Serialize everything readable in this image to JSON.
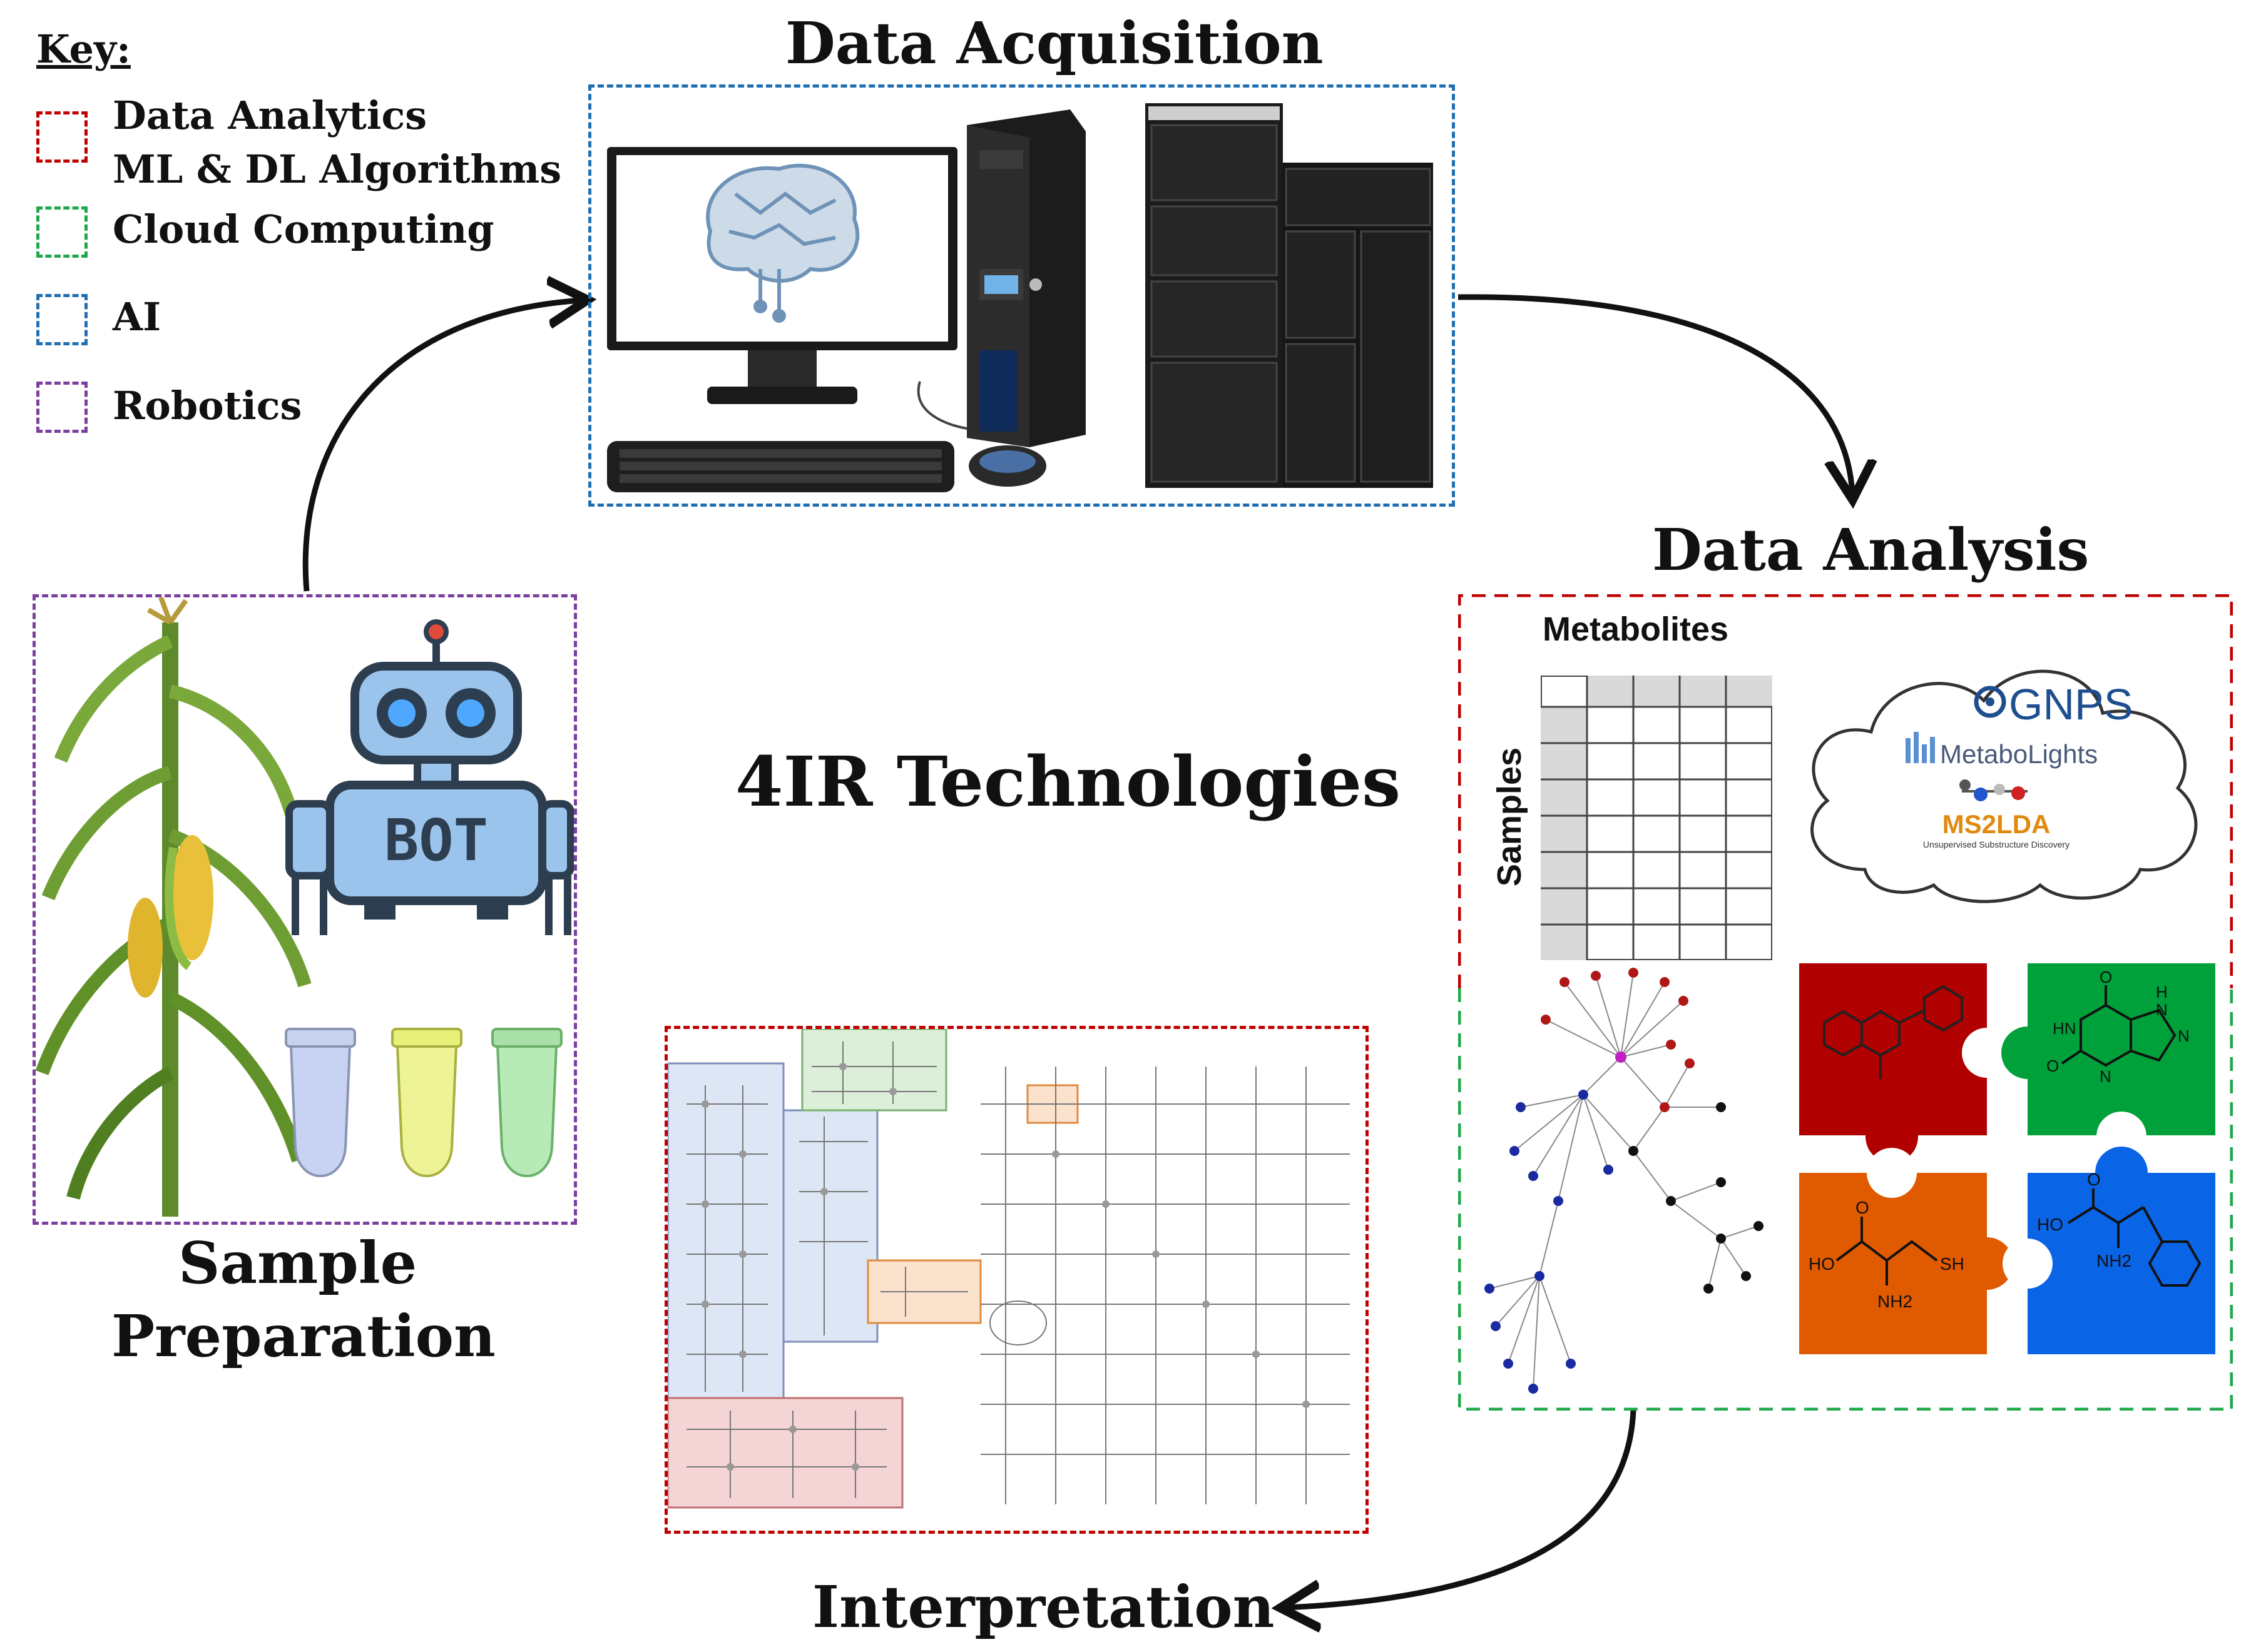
{
  "key": {
    "title": "Key:",
    "items": [
      {
        "lines": [
          "Data Analytics",
          "ML & DL Algorithms"
        ],
        "color": "#c00000"
      },
      {
        "lines": [
          "Cloud Computing"
        ],
        "color": "#1fa84a"
      },
      {
        "lines": [
          "AI"
        ],
        "color": "#1f6fb2"
      },
      {
        "lines": [
          "Robotics"
        ],
        "color": "#7b3fa0"
      }
    ]
  },
  "stages": {
    "acquisition": "Data Acquisition",
    "analysis": "Data Analysis",
    "interpretation": "Interpretation",
    "preparation_line1": "Sample",
    "preparation_line2": "Preparation"
  },
  "center_title": "4IR Technologies",
  "robot_label": "BOT",
  "matrix": {
    "col_label": "Metabolites",
    "row_label": "Samples"
  },
  "cloud_logos": {
    "gnps": "GNPS",
    "metabolights": "MetaboLights",
    "ms2lda": "MS2LDA",
    "ms2lda_sub": "Unsupervised Substructure Discovery"
  },
  "molecules": {
    "red": [],
    "green": [
      "HN",
      "O",
      "N",
      "H",
      "N",
      "N",
      "O"
    ],
    "orange": [
      "O",
      "HO",
      "NH2",
      "SH"
    ],
    "blue": [
      "HO",
      "O",
      "NH2"
    ]
  },
  "colors": {
    "red": "#c00000",
    "green": "#1fa84a",
    "blue": "#1f6fb2",
    "purple": "#7b3fa0",
    "puzzle_red": "#b00000",
    "puzzle_green": "#00a13a",
    "puzzle_orange": "#e05a00",
    "puzzle_blue": "#0a64e6"
  }
}
